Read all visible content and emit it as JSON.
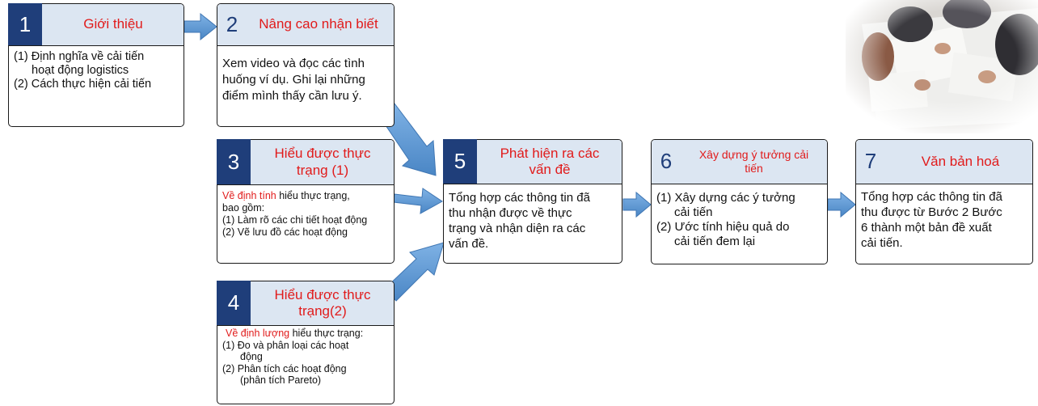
{
  "colors": {
    "number_bg": "#1f3e7a",
    "header_bg": "#dce6f2",
    "title_red": "#e11b1b",
    "arrow": "#5b9bd5"
  },
  "steps": {
    "s1": {
      "num": "1",
      "title": "Giới thiệu",
      "lines": [
        "(1) Định nghĩa về cải tiến",
        "hoạt động logistics",
        "(2) Cách thực hiện cải tiến"
      ]
    },
    "s2": {
      "num": "2",
      "title": "Nâng cao nhận biết",
      "lines": [
        "Xem video và đọc các tình",
        "huống ví dụ. Ghi lại những",
        "điểm mình thấy cần lưu ý."
      ]
    },
    "s3": {
      "num": "3",
      "title_l1": "Hiểu được thực",
      "title_l2": "trạng (1)",
      "lead_red": "Về định tính",
      "lead_rest": " hiểu thực trạng,",
      "lines": [
        "bao gồm:",
        "(1) Làm rõ các chi tiết hoạt động",
        "(2) Vẽ lưu đồ các hoạt động"
      ]
    },
    "s4": {
      "num": "4",
      "title_l1": "Hiểu được thực",
      "title_l2": "trạng(2)",
      "lead_red": "Về định lượng",
      "lead_rest": " hiểu thực trạng:",
      "lines": [
        "(1) Đo và phân loại các hoạt",
        "động",
        "(2) Phân tích các hoạt động",
        "(phân tích Pareto)"
      ]
    },
    "s5": {
      "num": "5",
      "title_l1": "Phát hiện ra các",
      "title_l2": "vấn đề",
      "lines": [
        "Tổng hợp các thông tin đã",
        "thu nhận được về thực",
        "trạng và nhận diện ra các",
        "vấn đề."
      ]
    },
    "s6": {
      "num": "6",
      "title_l1": "Xây dựng ý tưởng cải",
      "title_l2": "tiến",
      "lines": [
        "(1) Xây dựng các ý tưởng",
        "cải tiến",
        "(2) Ước tính hiệu quả do",
        "cải tiến đem lại"
      ]
    },
    "s7": {
      "num": "7",
      "title": "Văn bản hoá",
      "lines": [
        "Tổng hợp các thông tin đã",
        "thu được từ Bước 2 Bước",
        "6 thành một bản đề xuất",
        "cải tiến."
      ]
    }
  }
}
